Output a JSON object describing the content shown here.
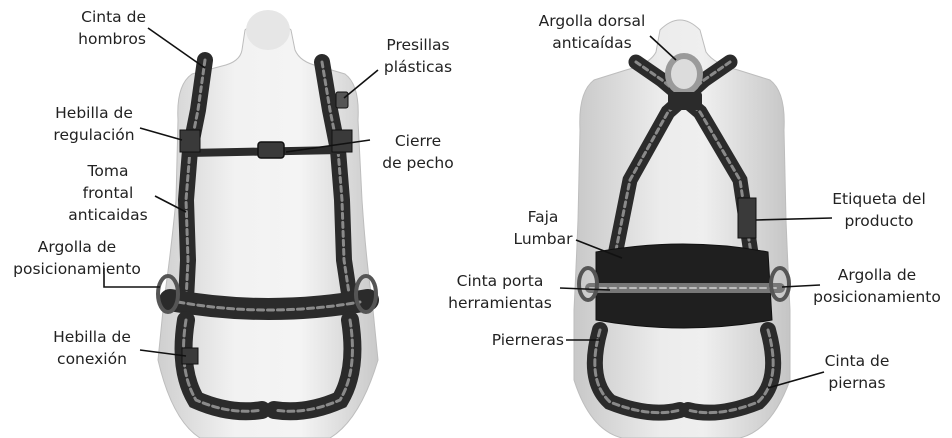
{
  "front": {
    "shoulder_strap": [
      "Cinta de",
      "hombros"
    ],
    "plastic_loops": [
      "Presillas",
      "plásticas"
    ],
    "adjust_buckle": [
      "Hebilla de",
      "regulación"
    ],
    "chest_closure": [
      "Cierre",
      "de pecho"
    ],
    "front_anchor": [
      "Toma",
      "frontal",
      "anticaidas"
    ],
    "positioning_ring": [
      "Argolla de",
      "posicionamiento"
    ],
    "connection_buckle": [
      "Hebilla de",
      "conexión"
    ]
  },
  "back": {
    "dorsal_ring": [
      "Argolla dorsal",
      "anticaídas"
    ],
    "product_label": [
      "Etiqueta del",
      "producto"
    ],
    "lumbar_belt": [
      "Faja",
      "Lumbar"
    ],
    "tool_strap": [
      "Cinta porta",
      "herramientas"
    ],
    "positioning_ring": [
      "Argolla de",
      "posicionamiento"
    ],
    "leg_loops": [
      "Pierneras"
    ],
    "leg_strap": [
      "Cinta de",
      "piernas"
    ]
  },
  "colors": {
    "mannequin": "#e3e3e3",
    "webbing": "#2b2b2b",
    "stripe": "#8a8a8a",
    "leader": "#111111"
  }
}
